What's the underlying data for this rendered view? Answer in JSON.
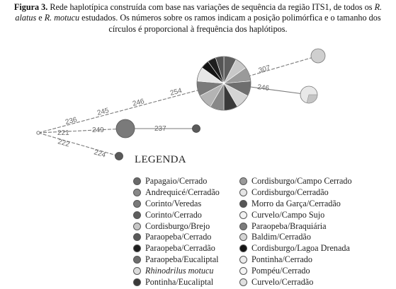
{
  "caption": {
    "label": "Figura 3.",
    "part1": " Rede haplotípica construída com base nas variações de sequência da região ITS1, de todos os ",
    "species1": "R. alatus",
    "part2": " e ",
    "species2": "R. motucu",
    "part3": " estudados. Os números sobre os ramos indicam a posição polimórfica e o tamanho dos círculos é proporcional à frequência dos haplótipos."
  },
  "network": {
    "branch_labels": [
      "236",
      "245",
      "246",
      "254",
      "307",
      "246",
      "221",
      "249",
      "237",
      "222",
      "224"
    ]
  },
  "legend": {
    "title": "LEGENDA",
    "items": [
      {
        "label": "Papagaio/Cerrado",
        "color": "#6a6a6a",
        "italic": false
      },
      {
        "label": "Andrequicé/Cerradão",
        "color": "#888888",
        "italic": false
      },
      {
        "label": "Corinto/Veredas",
        "color": "#7a7a7a",
        "italic": false
      },
      {
        "label": "Corinto/Cerrado",
        "color": "#5e5e5e",
        "italic": false
      },
      {
        "label": "Cordisburgo/Brejo",
        "color": "#c8c8c8",
        "italic": false
      },
      {
        "label": "Paraopeba/Cerrado",
        "color": "#5a5a5a",
        "italic": false
      },
      {
        "label": "Paraopeba/Cerradão",
        "color": "#1e1e1e",
        "italic": false
      },
      {
        "label": "Paraopeba/Eucaliptal",
        "color": "#6e6e6e",
        "italic": false
      },
      {
        "label": "Rhinodrilus motucu",
        "color": "#dcdcdc",
        "italic": true
      },
      {
        "label": "Pontinha/Eucaliptal",
        "color": "#3a3a3a",
        "italic": false
      },
      {
        "label": "Cordisburgo/Campo Cerrado",
        "color": "#9a9a9a",
        "italic": false
      },
      {
        "label": "Cordisburgo/Cerradão",
        "color": "#e6e6e6",
        "italic": false
      },
      {
        "label": "Morro da Garça/Cerradão",
        "color": "#555555",
        "italic": false
      },
      {
        "label": "Curvelo/Campo Sujo",
        "color": "#f2f2f2",
        "italic": false
      },
      {
        "label": "Paraopeba/Braquiária",
        "color": "#7c7c7c",
        "italic": false
      },
      {
        "label": "Baldim/Cerradão",
        "color": "#d4d4d4",
        "italic": false
      },
      {
        "label": "Cordisburgo/Lagoa Drenada",
        "color": "#141414",
        "italic": false
      },
      {
        "label": "Pontinha/Cerrado",
        "color": "#ececec",
        "italic": false
      },
      {
        "label": "Pompéu/Cerrado",
        "color": "#f4f4f4",
        "italic": false
      },
      {
        "label": "Curvelo/Cerradão",
        "color": "#e0e0e0",
        "italic": false
      }
    ]
  },
  "colors": {
    "line": "#777777",
    "label_text": "#666666"
  }
}
